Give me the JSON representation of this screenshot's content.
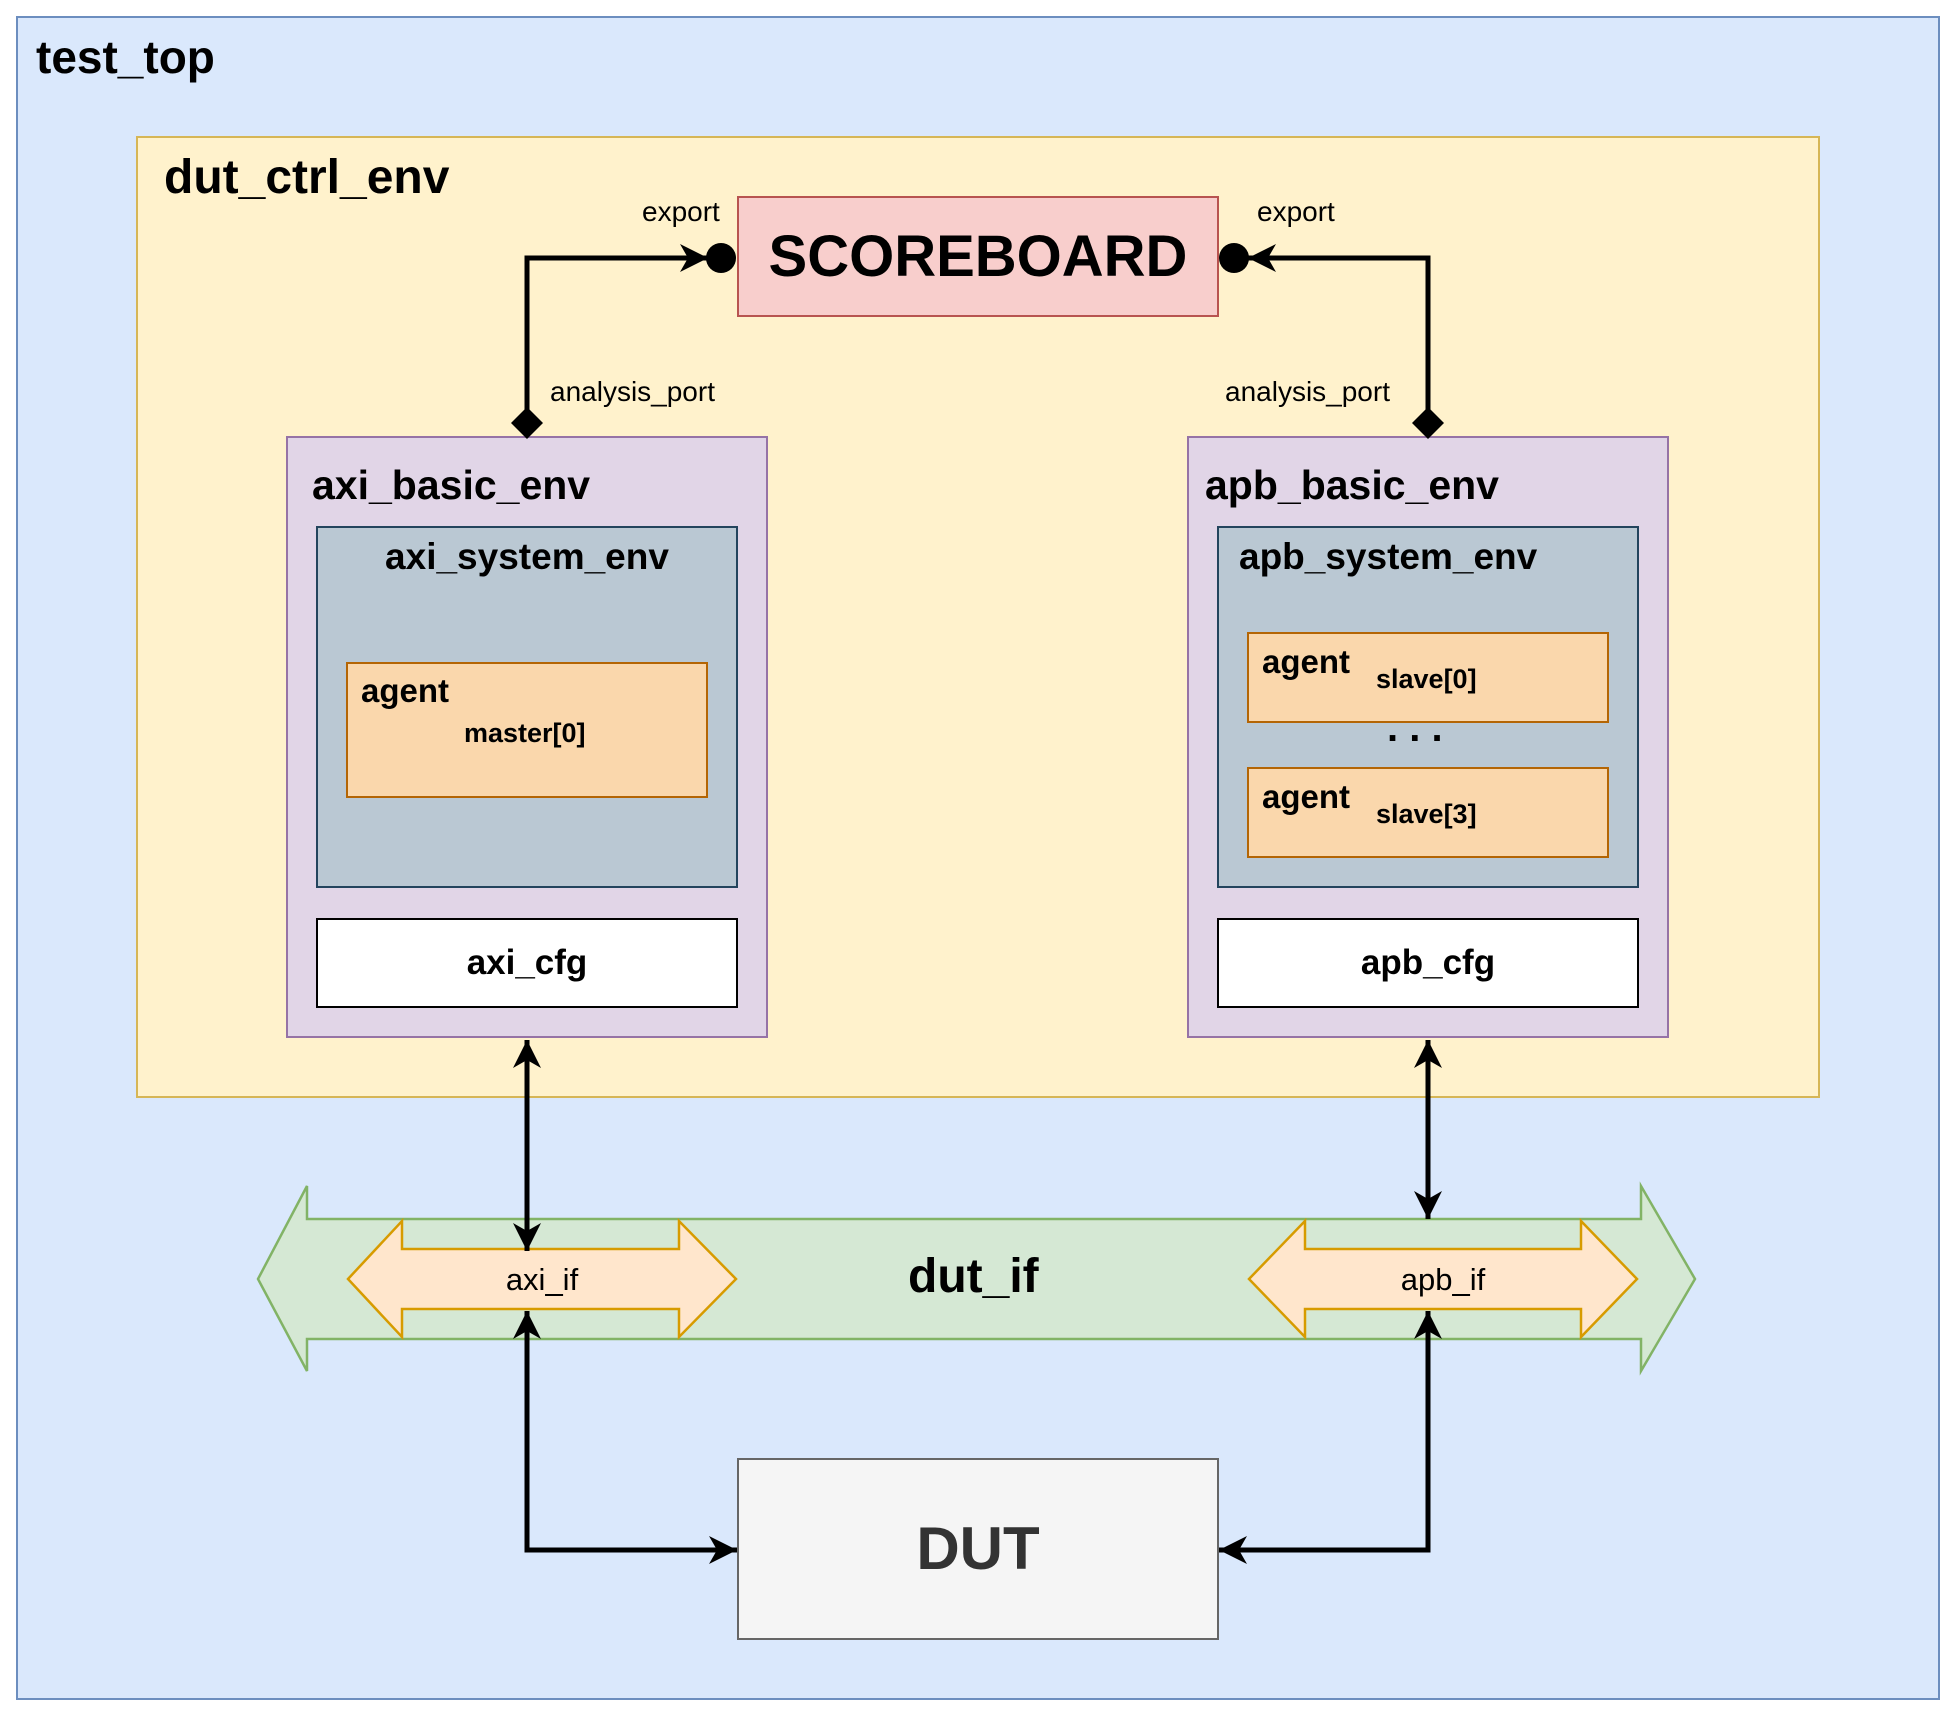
{
  "test_top": {
    "label": "test_top"
  },
  "dut_ctrl_env": {
    "label": "dut_ctrl_env"
  },
  "scoreboard": {
    "label": "SCOREBOARD",
    "export_left": "export",
    "export_right": "export"
  },
  "axi_basic_env": {
    "label": "axi_basic_env",
    "analysis_port": "analysis_port",
    "system_env": {
      "label": "axi_system_env",
      "agents": [
        {
          "label": "agent",
          "sub": "master[0]"
        }
      ]
    },
    "cfg": "axi_cfg"
  },
  "apb_basic_env": {
    "label": "apb_basic_env",
    "analysis_port": "analysis_port",
    "system_env": {
      "label": "apb_system_env",
      "agents": [
        {
          "label": "agent",
          "sub": "slave[0]"
        },
        {
          "label": "agent",
          "sub": "slave[3]"
        }
      ],
      "ellipsis": ". . ."
    },
    "cfg": "apb_cfg"
  },
  "dut_if": {
    "label": "dut_if",
    "axi_if": "axi_if",
    "apb_if": "apb_if"
  },
  "dut": {
    "label": "DUT"
  },
  "colors": {
    "test_top_fill": "#dae8fc",
    "test_top_stroke": "#6c8ebf",
    "ctrl_fill": "#fff2cc",
    "ctrl_stroke": "#d6b656",
    "scoreboard_fill": "#f8cecc",
    "scoreboard_stroke": "#b85450",
    "env_fill": "#e1d5e7",
    "env_stroke": "#9673a6",
    "sys_fill": "#bac8d3",
    "sys_stroke": "#23445d",
    "agent_fill": "#fad7ac",
    "agent_stroke": "#b46504",
    "bus_fill": "#d5e8d4",
    "bus_stroke": "#82b366",
    "if_fill": "#ffe6cc",
    "if_stroke": "#d79b00",
    "dut_fill": "#f5f5f5",
    "dut_stroke": "#666666"
  }
}
